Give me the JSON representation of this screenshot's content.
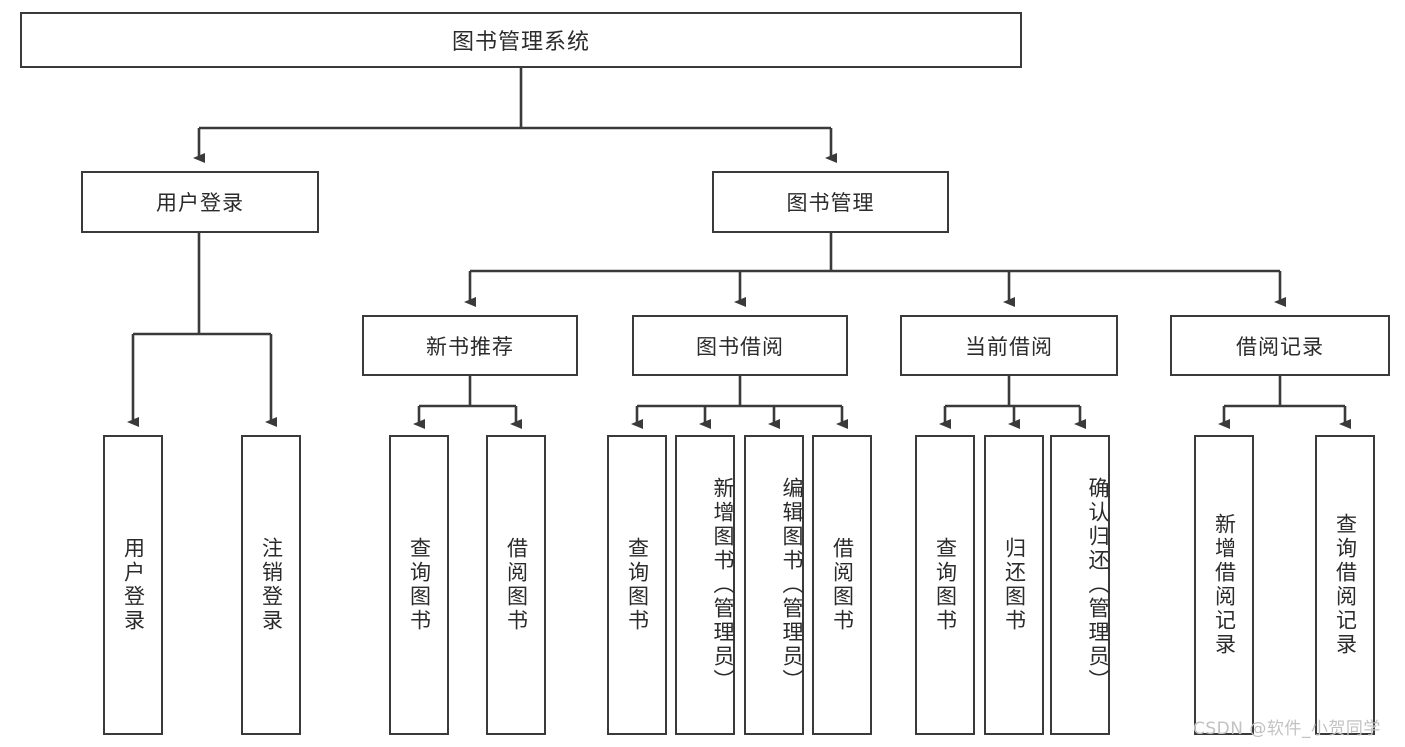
{
  "diagram": {
    "title": "图书管理系统",
    "type": "hierarchy-tree",
    "line_color": "#3a3a3a",
    "box_fill": "#ffffff",
    "text_color": "#2b2b2b",
    "watermark": {
      "text": "CSDN @软件_小贺同学",
      "color": "#c2c2c2"
    },
    "levels": {
      "level0": [
        "图书管理系统"
      ],
      "level1": [
        "用户登录",
        "图书管理"
      ],
      "level2": [
        "新书推荐",
        "图书借阅",
        "当前借阅",
        "借阅记录"
      ],
      "level3": [
        "用户登录",
        "注销登录",
        "查询图书",
        "借阅图书",
        "查询图书",
        "新增图书（管理员）",
        "编辑图书（管理员）",
        "借阅图书",
        "查询图书",
        "归还图书",
        "确认归还（管理员）",
        "新增借阅记录",
        "查询借阅记录"
      ]
    },
    "nodes": {
      "root": {
        "label": "图书管理系统"
      },
      "user_login": {
        "label": "用户登录"
      },
      "book_manage": {
        "label": "图书管理"
      },
      "new_book_rec": {
        "label": "新书推荐"
      },
      "book_borrow": {
        "label": "图书借阅"
      },
      "current_borrow": {
        "label": "当前借阅"
      },
      "borrow_record": {
        "label": "借阅记录"
      },
      "leaf_user_login": {
        "label": "用户登录"
      },
      "leaf_user_logout": {
        "label": "注销登录"
      },
      "leaf_query_book_1": {
        "label": "查询图书"
      },
      "leaf_borrow_book_1": {
        "label": "借阅图书"
      },
      "leaf_query_book_2": {
        "label": "查询图书"
      },
      "leaf_add_book": {
        "label": "新增图书（管理员）"
      },
      "leaf_edit_book": {
        "label": "编辑图书（管理员）"
      },
      "leaf_borrow_book_2": {
        "label": "借阅图书"
      },
      "leaf_query_book_3": {
        "label": "查询图书"
      },
      "leaf_return_book": {
        "label": "归还图书"
      },
      "leaf_confirm_return": {
        "label": "确认归还（管理员）"
      },
      "leaf_add_record": {
        "label": "新增借阅记录"
      },
      "leaf_query_record": {
        "label": "查询借阅记录"
      }
    }
  }
}
